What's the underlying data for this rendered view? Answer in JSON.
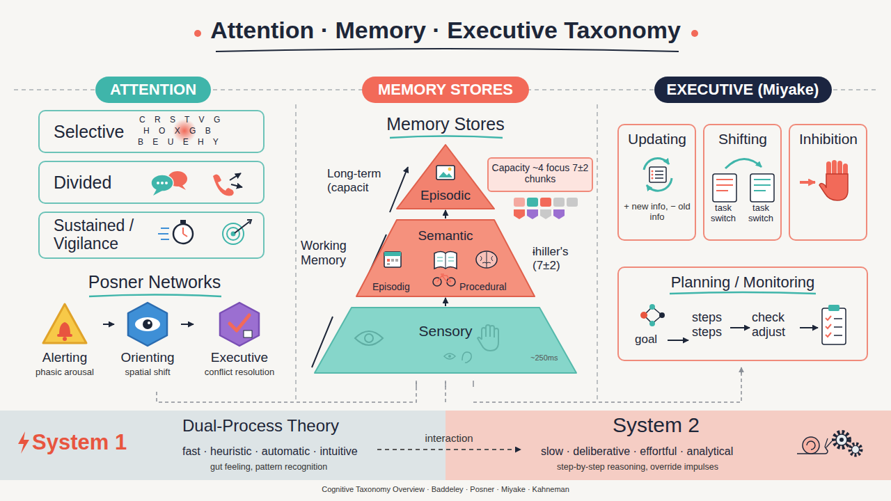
{
  "diagram": {
    "title": "Attention · Memory · Executive Taxonomy",
    "caption": "Cognitive Taxonomy Overview · Baddeley · Posner · Miyake · Kahneman",
    "nodes": [
      {
        "text": [
          "ATTENTION"
        ]
      },
      {
        "text": [
          "Selective"
        ]
      },
      {
        "text": [
          "Divided"
        ]
      },
      {
        "text": [
          "Sustained / Vigilance"
        ]
      },
      {
        "text": [
          "Alerting",
          "phasic arousal"
        ]
      },
      {
        "text": [
          "Orienting",
          "spatial shift"
        ]
      },
      {
        "text": [
          "Executive",
          "conflict resolution"
        ]
      },
      {
        "text": [
          "MEMORY STORES"
        ]
      },
      {
        "text": [
          "Episodic"
        ]
      },
      {
        "text": [
          "Semantic"
        ]
      },
      {
        "text": [
          "Sensory"
        ]
      },
      {
        "text": [
          "Capacity ~4 focus 7±2 chunks"
        ]
      },
      {
        "text": [
          "EXECUTIVE (Miyake)"
        ]
      },
      {
        "text": [
          "Updating",
          "+ new info, − old info"
        ]
      },
      {
        "text": [
          "Shifting"
        ]
      },
      {
        "text": [
          "Inhibition"
        ]
      },
      {
        "text": [
          "Planning / Monitoring"
        ]
      },
      {
        "text": [
          "System 1",
          "fast · heuristic · automatic · intuitive",
          "gut feeling, pattern recognition"
        ]
      },
      {
        "text": [
          "System 2",
          "slow · deliberative · effortful · analytical",
          "step-by-step reasoning, override impulses"
        ]
      }
    ],
    "edges": [
      {
        "from": 4,
        "to": 5,
        "arrow": "to"
      },
      {
        "from": 5,
        "to": 6,
        "arrow": "to"
      },
      {
        "from": 10,
        "to": 9,
        "arrow": "to"
      },
      {
        "from": 9,
        "to": 8,
        "arrow": "to"
      },
      {
        "from": 17,
        "to": 18,
        "label": "interaction",
        "arrow": "to"
      }
    ],
    "labels": [
      "C R S T V G",
      "H O X G B",
      "B E U E H Y",
      "Posner Networks",
      "Memory Stores",
      "Long-term (capacit",
      "Working Memory",
      "ɨhiller's (7±2)",
      "Episodig",
      "Procedural",
      "~250ms",
      "task switch",
      "task switch",
      "goal",
      "steps steps",
      "check adjust",
      "Dual-Process Theory"
    ]
  }
}
